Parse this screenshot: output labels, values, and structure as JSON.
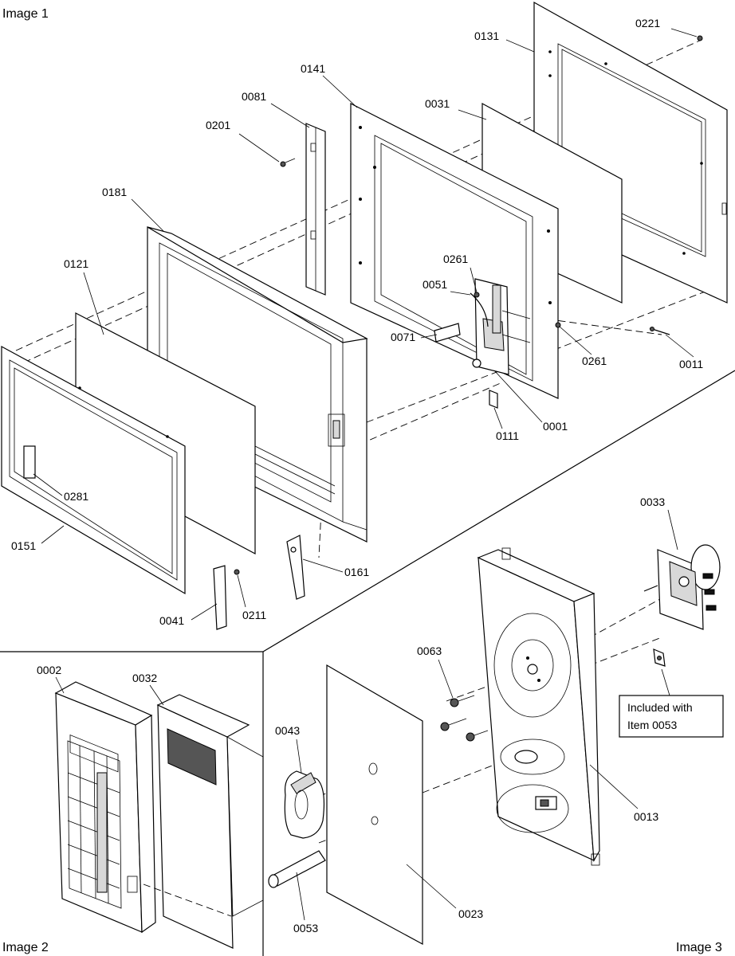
{
  "image_titles": {
    "image1": "Image 1",
    "image2": "Image 2",
    "image3": "Image 3"
  },
  "part_labels": {
    "p0221": "0221",
    "p0131": "0131",
    "p0141": "0141",
    "p0081": "0081",
    "p0031": "0031",
    "p0201": "0201",
    "p0181": "0181",
    "p0121": "0121",
    "p0261a": "0261",
    "p0051": "0051",
    "p0071": "0071",
    "p0261b": "0261",
    "p0011": "0011",
    "p0001": "0001",
    "p0111": "0111",
    "p0281": "0281",
    "p0151": "0151",
    "p0161": "0161",
    "p0041": "0041",
    "p0211": "0211",
    "p0033": "0033",
    "p0002": "0002",
    "p0032": "0032",
    "p0063": "0063",
    "p0043": "0043",
    "p0013": "0013",
    "p0053": "0053",
    "p0023": "0023"
  },
  "note_box": {
    "line1": "Included with",
    "line2": "Item 0053"
  }
}
